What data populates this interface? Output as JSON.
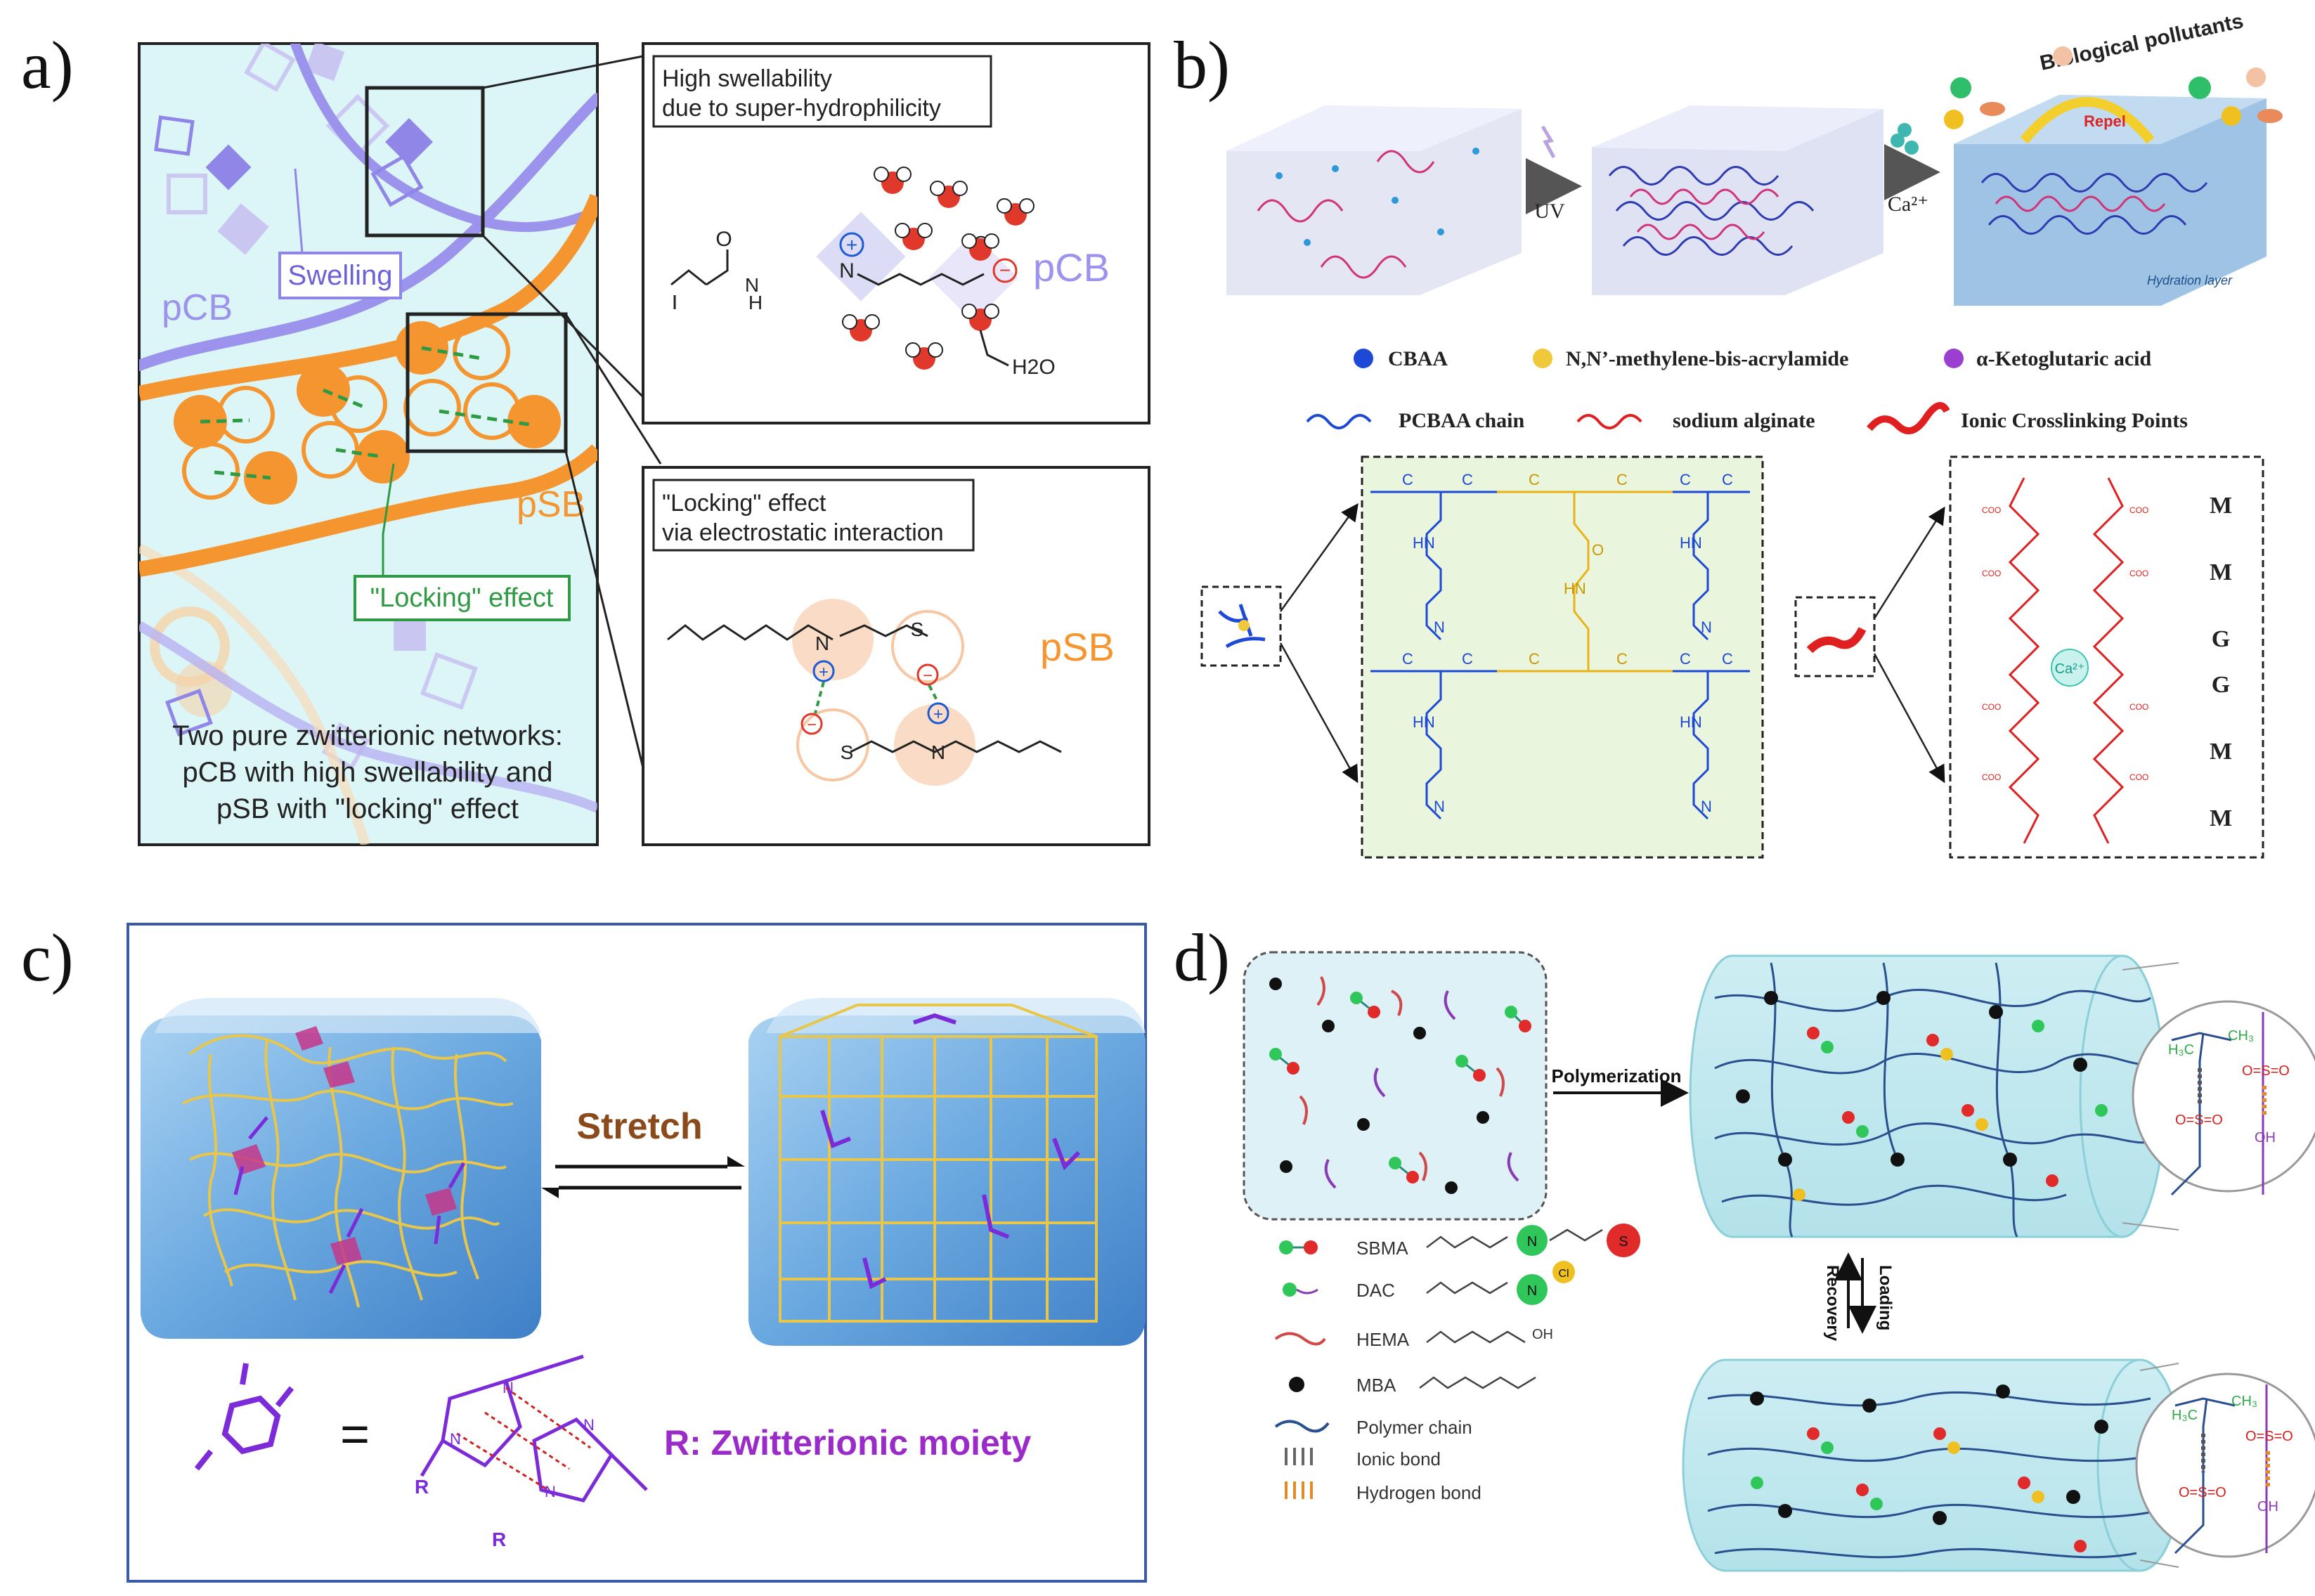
{
  "panel_a": {
    "letter": "a)",
    "callout_top": [
      "High swellability",
      "due to super-hydrophilicity"
    ],
    "callout_bottom": [
      "\"Locking\" effect",
      "via electrostatic interaction"
    ],
    "swelling_label": "Swelling",
    "pcb_label": "pCB",
    "psb_label": "pSB",
    "locking_label": "\"Locking\" effect",
    "h2o_label": "H2O",
    "caption": [
      "Two pure zwitterionic networks:",
      "pCB with high swellability and",
      "pSB with \"locking\" effect"
    ],
    "pcb_struct_label": "pCB",
    "psb_struct_label": "pSB",
    "colors": {
      "pcb": "#8f86e8",
      "psb": "#f4952f",
      "lock": "#2e9a43",
      "bg": "#d9f5f7"
    }
  },
  "panel_b": {
    "letter": "b)",
    "uv_label": "UV",
    "ca_label": "Ca²⁺",
    "pollutants_label": "Biological pollutants",
    "repel_label": "Repel",
    "hydration_label": "Hydration layer",
    "legend": [
      {
        "label": "CBAA",
        "color": "#1d49d6"
      },
      {
        "label": "N,N’-methylene-bis-acrylamide",
        "color": "#f0c93a"
      },
      {
        "label": "α-Ketoglutaric acid",
        "color": "#9b3fd0"
      }
    ],
    "legend2": [
      {
        "label": "PCBAA chain",
        "color": "#1d49d6"
      },
      {
        "label": "sodium alginate",
        "color": "#e02020"
      },
      {
        "label": "Ionic Crosslinking Points",
        "color": "#e02020"
      }
    ],
    "mg_labels": [
      "M",
      "M",
      "G",
      "G",
      "M",
      "M"
    ],
    "ca_center": "Ca²⁺"
  },
  "panel_c": {
    "letter": "c)",
    "stretch_label": "Stretch",
    "equals": "=",
    "r_label": "R: Zwitterionic moiety",
    "r_sub": "R"
  },
  "panel_d": {
    "letter": "d)",
    "polymerization_label": "Polymerization",
    "loading_label": "Loading",
    "recovery_label": "Recovery",
    "legend": [
      {
        "label": "SBMA"
      },
      {
        "label": "DAC"
      },
      {
        "label": "HEMA"
      },
      {
        "label": "MBA"
      },
      {
        "label": "Polymer  chain"
      },
      {
        "label": "Ionic bond"
      },
      {
        "label": "Hydrogen bond"
      }
    ],
    "inset_labels": {
      "h3c": "H₃C",
      "ch3": "CH₃",
      "oso": "O=S=O",
      "oh": "OH"
    }
  }
}
